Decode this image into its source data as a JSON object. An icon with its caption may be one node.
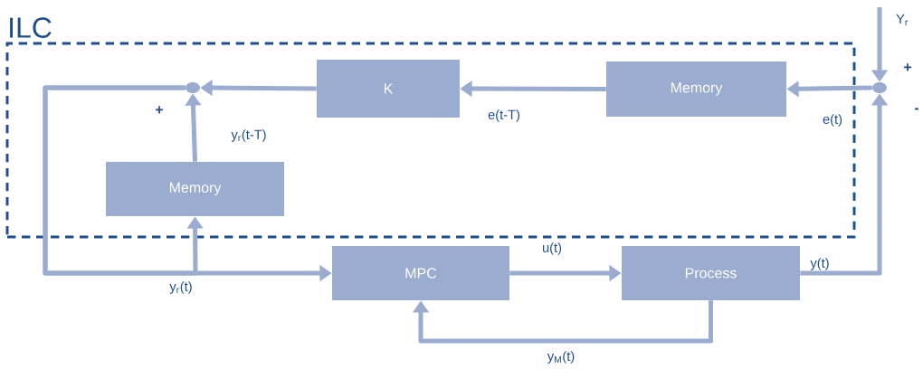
{
  "diagram": {
    "nodes": [
      {
        "text": [
          "ILC"
        ]
      },
      {
        "text": [],
        "shape": "circle",
        "in": 0
      },
      {
        "text": [
          "K"
        ],
        "in": 0
      },
      {
        "text": [
          "Memory"
        ],
        "in": 0
      },
      {
        "text": [
          "Memory"
        ],
        "in": 0
      },
      {
        "text": [],
        "shape": "circle"
      },
      {
        "text": [
          "MPC"
        ]
      },
      {
        "text": [
          "Process"
        ]
      }
    ],
    "edges": [
      {
        "from": null,
        "to": 5,
        "arrow": "to",
        "label": "Y$_{r}$"
      },
      {
        "from": 5,
        "to": 3,
        "arrow": "to",
        "label": "e(t)"
      },
      {
        "from": 3,
        "to": 2,
        "arrow": "to",
        "label": "e(t-T)"
      },
      {
        "from": 2,
        "to": 1,
        "arrow": "to"
      },
      {
        "from": 4,
        "to": 1,
        "arrow": "to",
        "label": "y$_{r}$(t-T)"
      },
      {
        "from": 1,
        "to": 6,
        "arrow": "to",
        "label": "y$_{r}$(t)"
      },
      {
        "from": 1,
        "to": 4,
        "arrow": "to"
      },
      {
        "from": 6,
        "to": 7,
        "arrow": "to",
        "label": "u(t)"
      },
      {
        "from": 7,
        "to": 5,
        "arrow": "to",
        "label": "y(t)"
      },
      {
        "from": 7,
        "to": 6,
        "arrow": "to",
        "label": "y$_{M}$(t)"
      }
    ],
    "labels": [
      "+",
      "+",
      "-"
    ]
  }
}
